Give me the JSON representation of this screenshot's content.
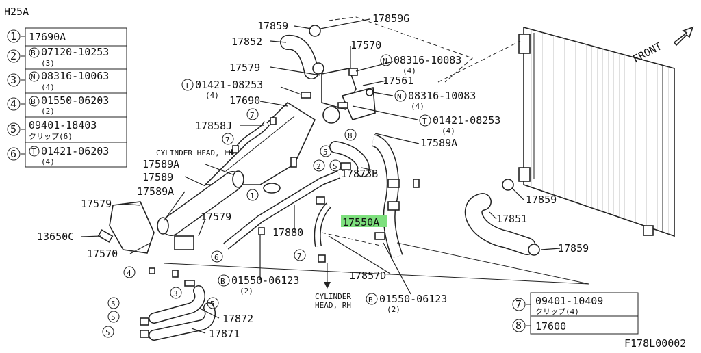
{
  "diagram_code": "H25A",
  "figure_id": "F178L00002",
  "front_label": "FRONT",
  "legend_left": [
    {
      "num": "1",
      "code_type": "",
      "line1": "17690A",
      "line2": ""
    },
    {
      "num": "2",
      "code_type": "B",
      "line1": "07120-10253",
      "line2": "(3)"
    },
    {
      "num": "3",
      "code_type": "N",
      "line1": "08316-10063",
      "line2": "(4)"
    },
    {
      "num": "4",
      "code_type": "B",
      "line1": "01550-06203",
      "line2": "(2)"
    },
    {
      "num": "5",
      "code_type": "",
      "line1": "09401-18403",
      "line2": "クリップ(6)"
    },
    {
      "num": "6",
      "code_type": "T",
      "line1": "01421-06203",
      "line2": "(4)"
    }
  ],
  "legend_right": [
    {
      "num": "7",
      "line1": "09401-10409",
      "line2": "クリップ(4)"
    },
    {
      "num": "8",
      "line1": "17600",
      "line2": ""
    }
  ],
  "labels": {
    "p17859_top": "17859",
    "p17859G": "17859G",
    "p17852": "17852",
    "p17570_top": "17570",
    "n08316_a": "08316-10083",
    "n08316_a_qty": "(4)",
    "p17579_top": "17579",
    "p17561": "17561",
    "t01421_a": "01421-08253",
    "t01421_a_qty": "(4)",
    "n08316_b": "08316-10083",
    "n08316_b_qty": "(4)",
    "p17690": "17690",
    "t01421_b": "01421-08253",
    "t01421_b_qty": "(4)",
    "p17858J": "17858J",
    "p17589A_right": "17589A",
    "cyl_head_lh": "CYLINDER HEAD, LH",
    "p17589A_left1": "17589A",
    "p17589": "17589",
    "p17589A_left2": "17589A",
    "p17873B": "17873B",
    "p17579_left": "17579",
    "p17579_mid": "17579",
    "p17550A": "17550A",
    "p13650C": "13650C",
    "p17880": "17880",
    "p17570_left": "17570",
    "b01550_a": "01550-06123",
    "b01550_a_qty": "(2)",
    "p17857D": "17857D",
    "cyl_head_rh1": "CYLINDER",
    "cyl_head_rh2": "HEAD, RH",
    "b01550_b": "01550-06123",
    "b01550_b_qty": "(2)",
    "p17872": "17872",
    "p17871": "17871",
    "p17859_right1": "17859",
    "p17851": "17851",
    "p17859_right2": "17859"
  },
  "callouts": {
    "c7a": "7",
    "c7b": "7",
    "c7c": "7",
    "c8": "8",
    "c5a": "5",
    "c5b": "5",
    "c2": "2",
    "c1": "1",
    "c6": "6",
    "c4": "4",
    "c3": "3",
    "c5c": "5",
    "c5d": "5",
    "c5e": "5",
    "c5f": "5"
  },
  "code_letters": {
    "T": "T",
    "N": "N",
    "B": "B"
  }
}
